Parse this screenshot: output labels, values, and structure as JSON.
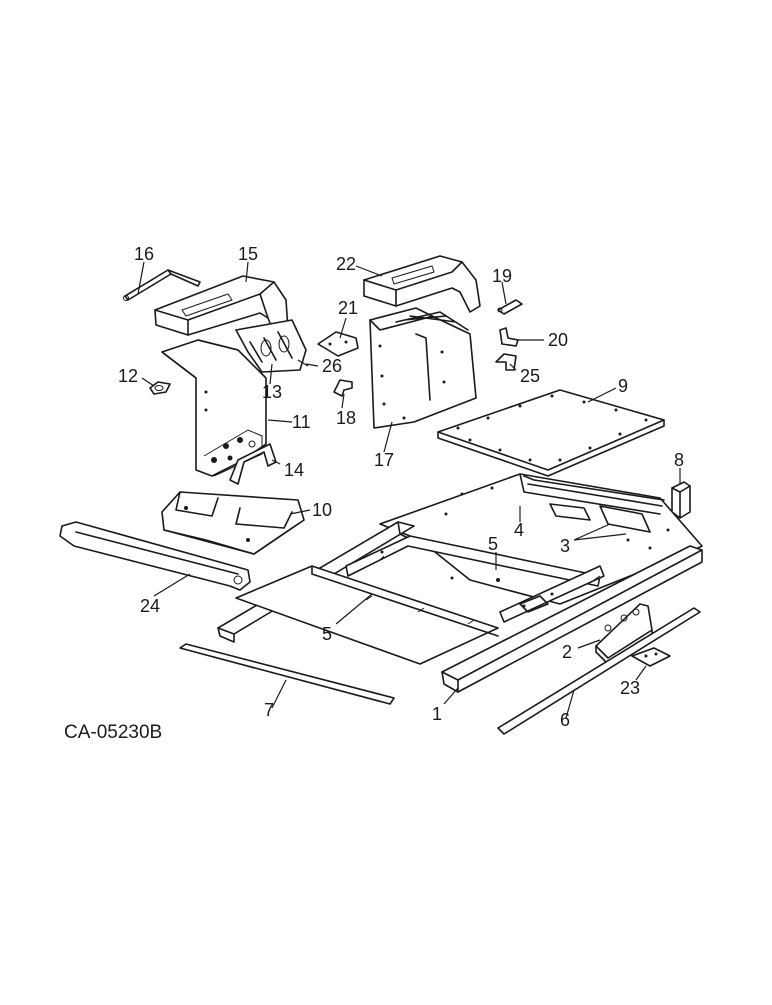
{
  "drawing_code": "CA-05230B",
  "callouts": [
    {
      "id": "c1",
      "text": "1"
    },
    {
      "id": "c2",
      "text": "2"
    },
    {
      "id": "c3",
      "text": "3"
    },
    {
      "id": "c4",
      "text": "4"
    },
    {
      "id": "c5a",
      "text": "5"
    },
    {
      "id": "c5b",
      "text": "5"
    },
    {
      "id": "c6",
      "text": "6"
    },
    {
      "id": "c7",
      "text": "7"
    },
    {
      "id": "c8",
      "text": "8"
    },
    {
      "id": "c9",
      "text": "9"
    },
    {
      "id": "c10",
      "text": "10"
    },
    {
      "id": "c11",
      "text": "11"
    },
    {
      "id": "c12",
      "text": "12"
    },
    {
      "id": "c13",
      "text": "13"
    },
    {
      "id": "c14",
      "text": "14"
    },
    {
      "id": "c15",
      "text": "15"
    },
    {
      "id": "c16",
      "text": "16"
    },
    {
      "id": "c17",
      "text": "17"
    },
    {
      "id": "c18",
      "text": "18"
    },
    {
      "id": "c19",
      "text": "19"
    },
    {
      "id": "c20",
      "text": "20"
    },
    {
      "id": "c21",
      "text": "21"
    },
    {
      "id": "c22",
      "text": "22"
    },
    {
      "id": "c23",
      "text": "23"
    },
    {
      "id": "c24",
      "text": "24"
    },
    {
      "id": "c25",
      "text": "25"
    },
    {
      "id": "c26",
      "text": "26"
    }
  ]
}
